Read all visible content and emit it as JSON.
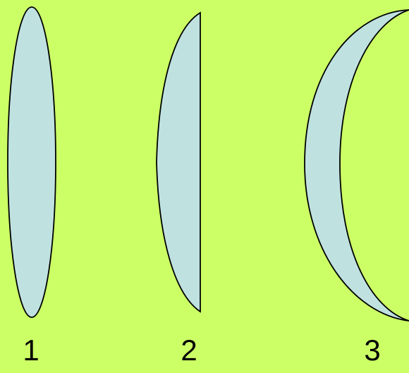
{
  "colors": {
    "background": "#CCFF66",
    "lens_fill": "#BFE2E0",
    "stroke": "#000000"
  },
  "lenses": [
    {
      "label": "1"
    },
    {
      "label": "2"
    },
    {
      "label": "3"
    }
  ]
}
